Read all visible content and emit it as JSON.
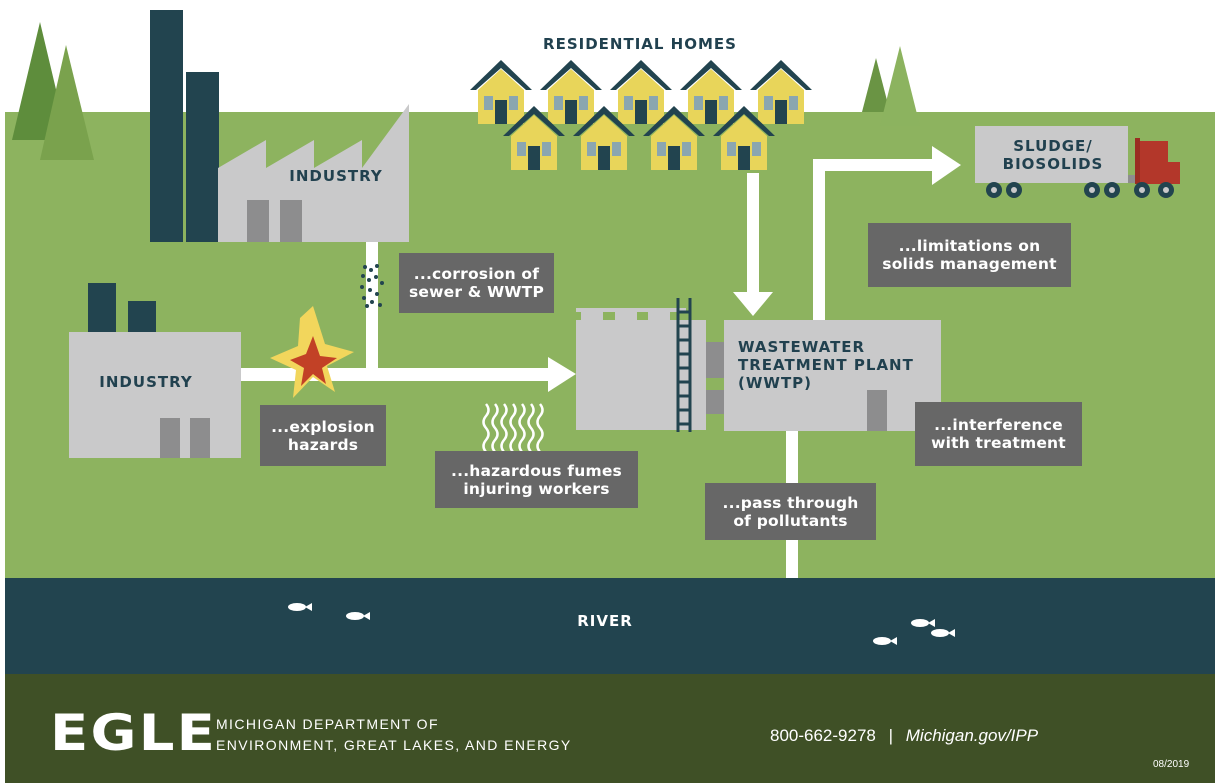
{
  "labels": {
    "residential_homes": "RESIDENTIAL HOMES",
    "industry_top": "INDUSTRY",
    "industry_left": "INDUSTRY",
    "wwtp_line1": "WASTEWATER",
    "wwtp_line2": "TREATMENT PLANT",
    "wwtp_line3": "(WWTP)",
    "sludge_line1": "SLUDGE/",
    "sludge_line2": "BIOSOLIDS",
    "river": "RIVER"
  },
  "callouts": {
    "corrosion_line1": "...corrosion of",
    "corrosion_line2": "sewer & WWTP",
    "explosion_line1": "...explosion",
    "explosion_line2": "hazards",
    "fumes_line1": "...hazardous fumes",
    "fumes_line2": "injuring workers",
    "solids_line1": "...limitations on",
    "solids_line2": "solids management",
    "interference_line1": "...interference",
    "interference_line2": "with treatment",
    "passthrough_line1": "...pass through",
    "passthrough_line2": "of pollutants"
  },
  "footer": {
    "logo": "EGLE",
    "dept_line1": "MICHIGAN DEPARTMENT OF",
    "dept_line2": "ENVIRONMENT, GREAT LAKES, AND ENERGY",
    "phone": "800-662-9278",
    "separator": "|",
    "website": "Michigan.gov/IPP",
    "date": "08/2019"
  },
  "colors": {
    "grass": "#8db35f",
    "river": "#22444f",
    "footer": "#3f5026",
    "building": "#c9c9ca",
    "label_box": "#676767",
    "navy_text": "#21414f",
    "house_yellow": "#e8d55a",
    "truck_red": "#b3372a"
  }
}
